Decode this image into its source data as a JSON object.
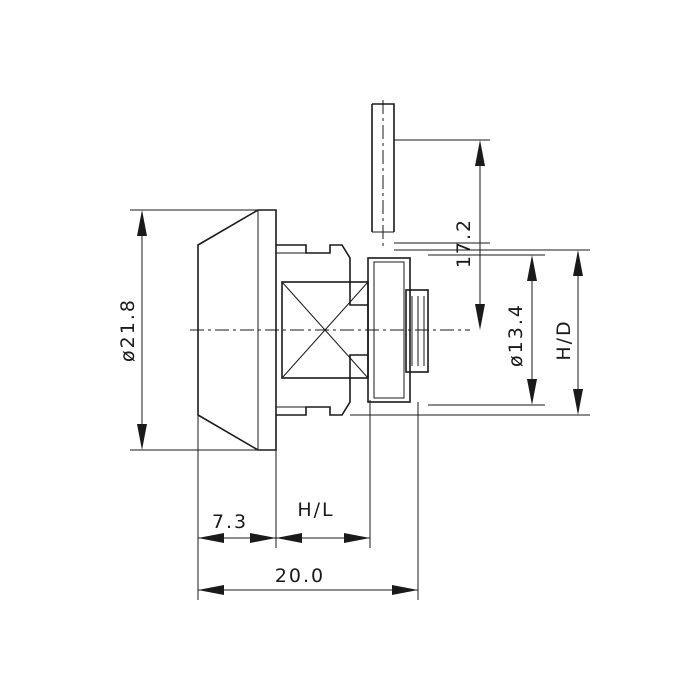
{
  "drawing": {
    "dimensions": {
      "overall_diameter": "ø21.8",
      "flange_depth": "7.3",
      "housing_length": "H/L",
      "total_length": "20.0",
      "cam_offset": "17.2",
      "body_diameter": "ø13.4",
      "housing_diameter": "H/D"
    }
  }
}
